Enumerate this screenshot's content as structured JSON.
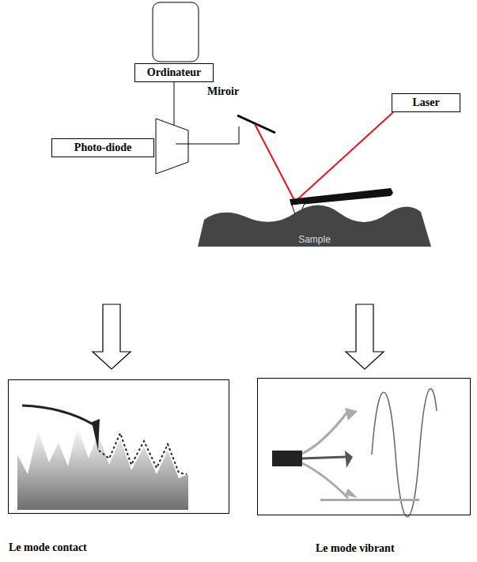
{
  "diagram": {
    "nodes": [
      {
        "text": [
          "Ordinateur"
        ]
      },
      {
        "text": [
          "Photo-diode"
        ]
      },
      {
        "text": [
          "Laser"
        ]
      },
      {
        "text": [
          "Sample"
        ]
      },
      {
        "text": [
          "Le mode contact"
        ]
      },
      {
        "text": [
          "Le mode vibrant"
        ]
      }
    ],
    "edges": [
      {
        "from": 0,
        "to": 1,
        "arrow": "none"
      }
    ],
    "labels": [
      "Miroir"
    ]
  }
}
